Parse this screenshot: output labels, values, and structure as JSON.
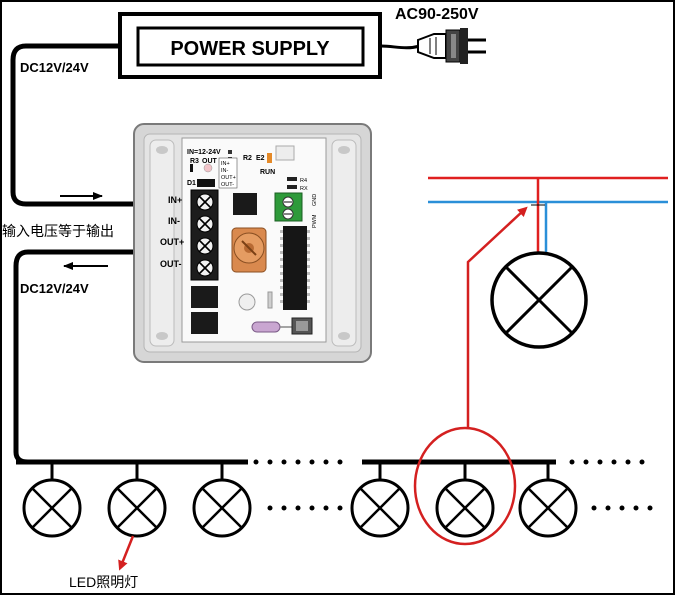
{
  "power_supply": {
    "label": "POWER SUPPLY",
    "ac_input": "AC90-250V",
    "dc_output": "DC12V/24V"
  },
  "left_side": {
    "io_note": "输入电压等于输出",
    "dc_label": "DC12V/24V"
  },
  "controller": {
    "terminals": [
      "IN+",
      "IN-",
      "OUT+",
      "OUT-"
    ],
    "small_labels": {
      "input_range": "IN=12-24V",
      "r3": "R3",
      "out": "OUT",
      "d1": "D1",
      "r2": "R2",
      "e2": "E2",
      "run": "RUN",
      "r4": "R4",
      "rx": "RX",
      "pwm": "PWM",
      "gnd": "GND",
      "mini_in_plus": "IN+",
      "mini_in_minus": "IN-",
      "mini_out_plus": "OUT+",
      "mini_out_minus": "OUT-"
    }
  },
  "bottom": {
    "led_label": "LED照明灯"
  },
  "colors": {
    "highlight_red": "#d42020",
    "mains_red": "#e02020",
    "mains_blue": "#2a8fd8",
    "board_gray": "#d6d6d6",
    "pcb_green": "#2e9a3a",
    "pot_orange": "#d9894e"
  }
}
